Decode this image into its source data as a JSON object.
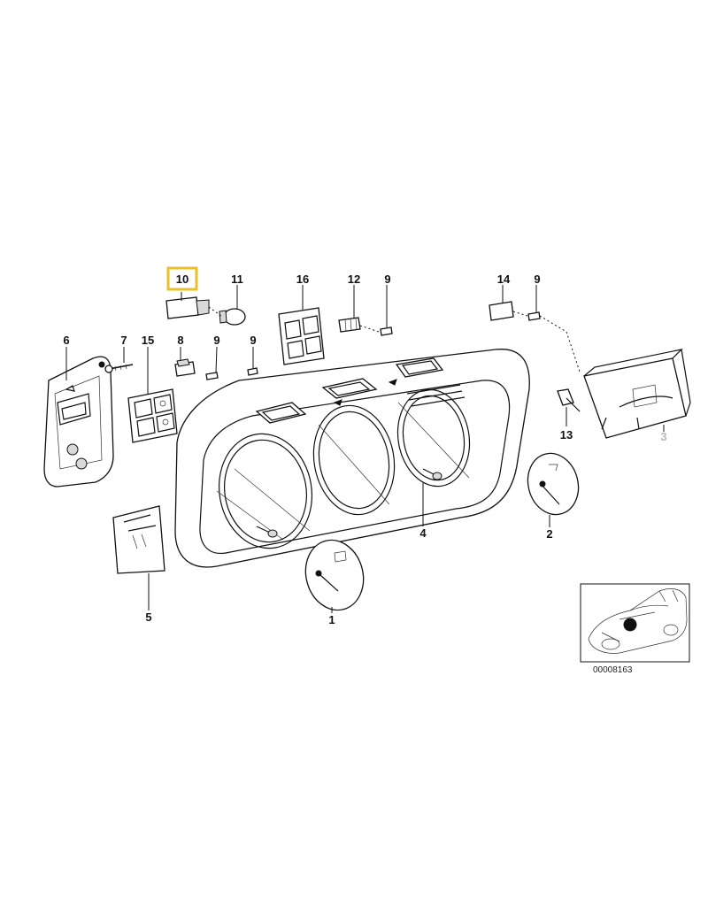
{
  "callouts": {
    "c1": "1",
    "c2": "2",
    "c3": "3",
    "c4": "4",
    "c5": "5",
    "c6": "6",
    "c7": "7",
    "c8": "8",
    "c9a": "9",
    "c9b": "9",
    "c9c": "9",
    "c9d": "9",
    "c10": "10",
    "c11": "11",
    "c12": "12",
    "c13": "13",
    "c14": "14",
    "c15": "15",
    "c16": "16"
  },
  "highlighted_callout": "10",
  "highlight_color": "#e8c12a",
  "dimmed_callout": "3",
  "footer": {
    "part_number": "00008163"
  }
}
